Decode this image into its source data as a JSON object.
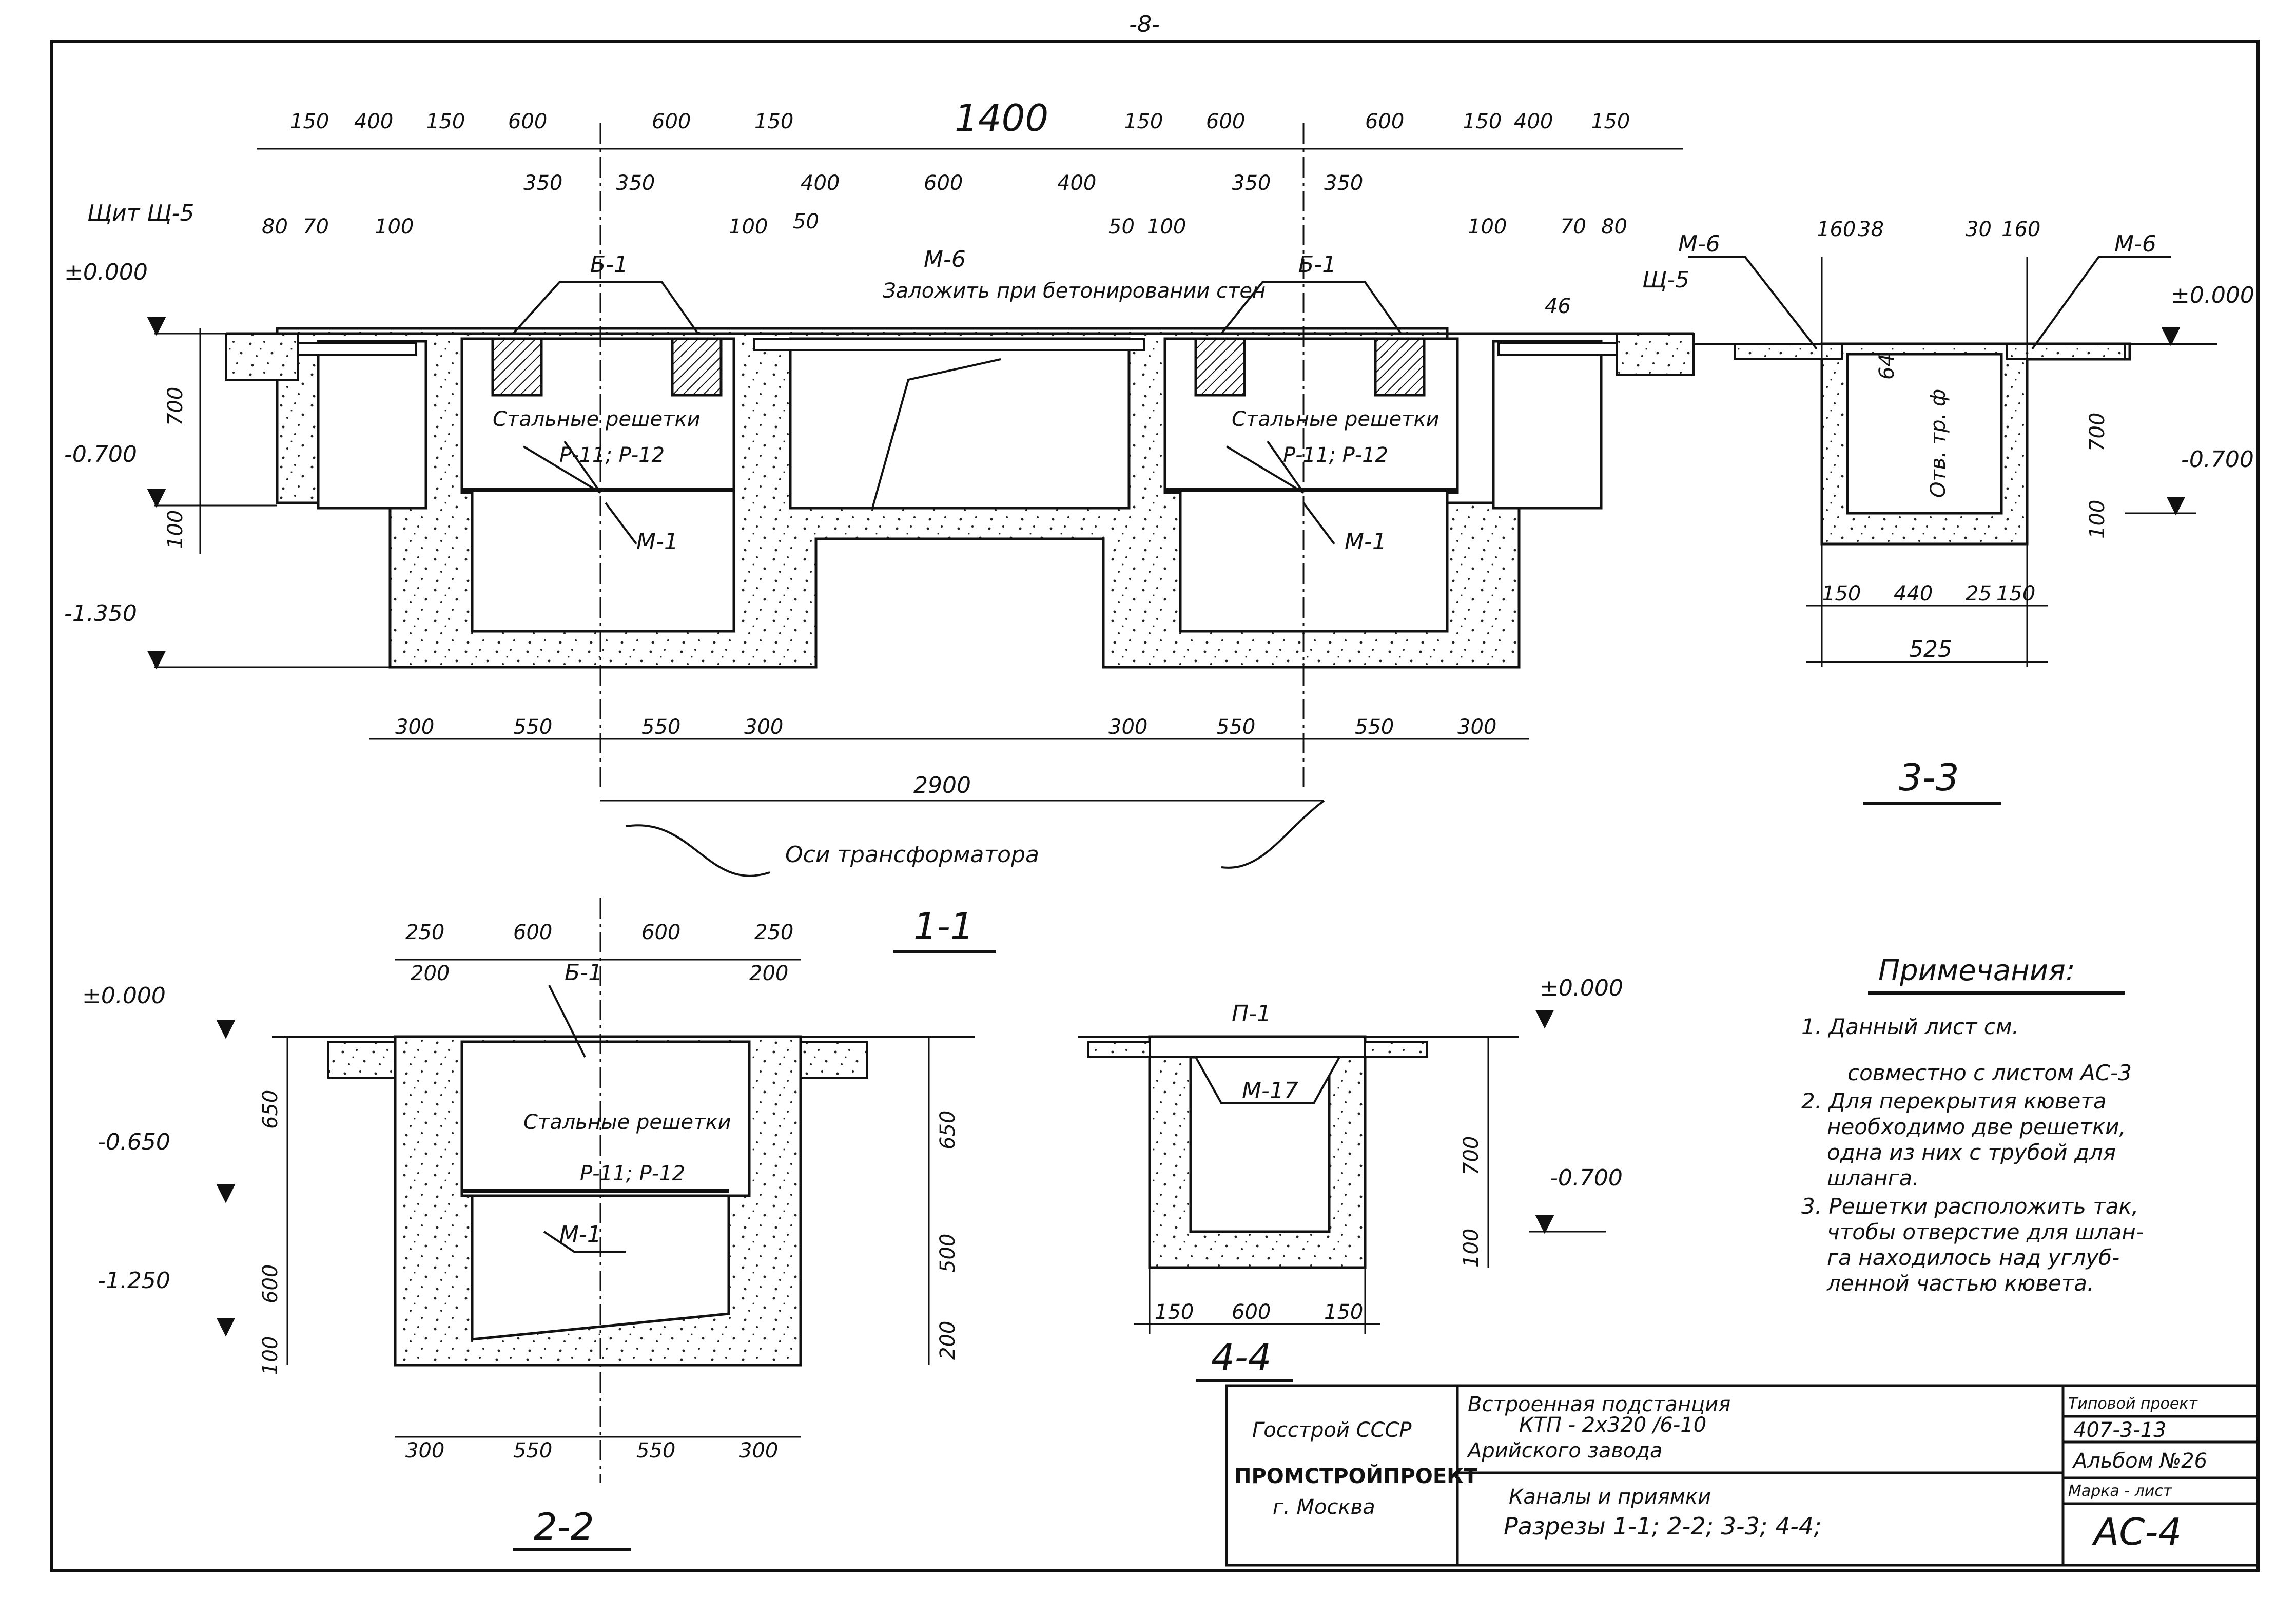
{
  "page_number": "-8-",
  "section_1_1": {
    "title": "1-1",
    "top_dims": [
      "150",
      "400",
      "150",
      "600",
      "600",
      "150",
      "1400",
      "150",
      "600",
      "600",
      "150",
      "400",
      "150"
    ],
    "inner_dims_left": [
      "350",
      "350"
    ],
    "inner_dims_mid": [
      "400",
      "600",
      "400"
    ],
    "inner_dims_right": [
      "350",
      "350"
    ],
    "small_dims": [
      "80",
      "70",
      "100",
      "100",
      "50",
      "50",
      "100",
      "100",
      "70",
      "80"
    ],
    "levels": [
      "±0.000",
      "-0.700",
      "-1.350"
    ],
    "vert_dims": [
      "700",
      "100"
    ],
    "bottom_dims": [
      "300",
      "550",
      "550",
      "300",
      "300",
      "550",
      "550",
      "300"
    ],
    "span": "2900",
    "axis_label": "Оси трансформатора",
    "labels": {
      "shch": "Щит Щ-5",
      "b1_left": "Б-1",
      "b1_right": "Б-1",
      "m6": "М-6",
      "embed_note": "Заложить при бетонировании стен",
      "grates_left": "Стальные решетки",
      "grates_left_sub": "Р-11; Р-12",
      "grates_right": "Стальные решетки",
      "grates_right_sub": "Р-11; Р-12",
      "m1_left": "М-1",
      "m1_right": "М-1",
      "sh5_right": "Щ-5",
      "dim_46": "46"
    }
  },
  "section_3_3": {
    "title": "3-3",
    "top_dims": [
      "160",
      "38",
      "30",
      "160"
    ],
    "labels_m6": [
      "М-6",
      "М-6"
    ],
    "levels": [
      "±0.000",
      "-0.700"
    ],
    "vert_dims": [
      "700",
      "100",
      "64"
    ],
    "pipe_label": "Отв. тр. ф",
    "bottom_dims": [
      "150",
      "440",
      "25",
      "150"
    ],
    "total": "525"
  },
  "section_2_2": {
    "title": "2-2",
    "top_dims": [
      "250",
      "600",
      "600",
      "250"
    ],
    "inner_dims": [
      "200",
      "200"
    ],
    "b1": "Б-1",
    "levels": [
      "±0.000",
      "-0.650",
      "-1.250"
    ],
    "left_vert_dims": [
      "650",
      "600",
      "100"
    ],
    "right_vert_dims": [
      "650",
      "500",
      "200"
    ],
    "grates": "Стальные решетки",
    "grates_sub": "Р-11; Р-12",
    "m1": "М-1",
    "bottom_dims": [
      "300",
      "550",
      "550",
      "300"
    ]
  },
  "section_4_4": {
    "title": "4-4",
    "p1": "П-1",
    "m17": "М-17",
    "levels": [
      "±0.000",
      "-0.700"
    ],
    "vert_dims": [
      "700",
      "100"
    ],
    "bottom_dims": [
      "150",
      "600",
      "150"
    ]
  },
  "notes": {
    "title": "Примечания:",
    "items": [
      "1. Данный лист см.",
      "совместно с листом АС-3",
      "2. Для перекрытия кювета",
      "необходимо две решетки,",
      "одна из них с трубой для",
      "шланга.",
      "3. Решетки расположить так,",
      "чтобы отверстие для шлан-",
      "га находилось над углуб-",
      "ленной частью кювета."
    ]
  },
  "title_block": {
    "org1": "Госстрой СССР",
    "org2": "ПРОМСТРОЙПРОЕКТ",
    "org3": "г. Москва",
    "project_line1": "Встроенная    подстанция",
    "project_line2": "КТП - 2x320  /6-10",
    "project_line3": "Арийского     завода",
    "sheet_line1": "Каналы и приямки",
    "sheet_line2": "Разрезы 1-1; 2-2; 3-3; 4-4;",
    "type_label": "Типовой проект",
    "type_value": "407-3-13",
    "album": "Альбом №26",
    "mark_label": "Марка - лист",
    "mark_value": "АС-4"
  }
}
